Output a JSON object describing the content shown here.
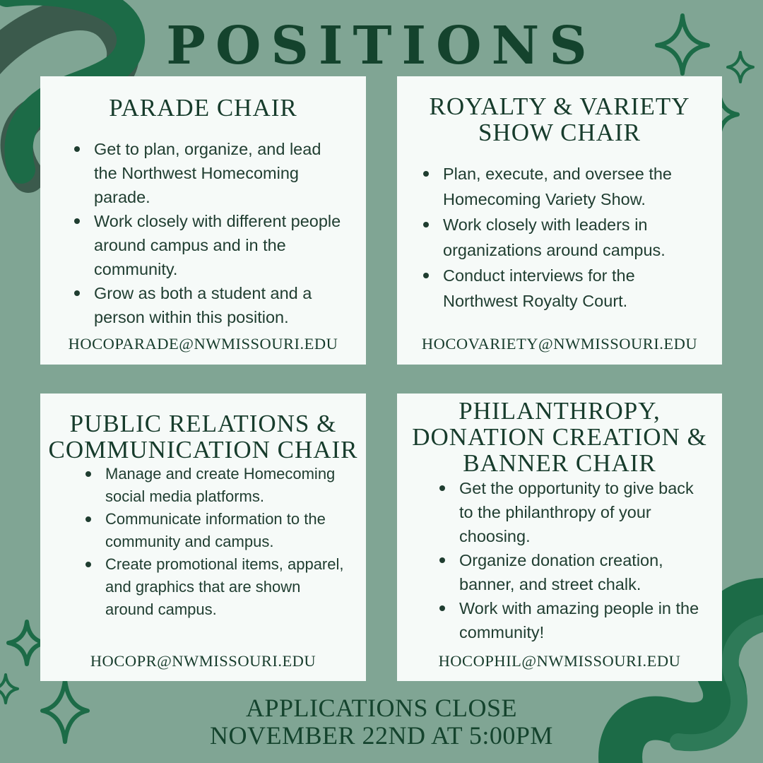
{
  "title": "POSITIONS",
  "cards": [
    {
      "heading": "PARADE CHAIR",
      "bullets": [
        "Get to plan, organize, and lead the Northwest Homecoming parade.",
        "Work closely with different people around campus and in the community.",
        "Grow as both a student and a person within this position."
      ],
      "email": "HOCOPARADE@NWMISSOURI.EDU"
    },
    {
      "heading": "ROYALTY & VARIETY SHOW CHAIR",
      "bullets": [
        "Plan, execute, and oversee the Homecoming Variety Show.",
        "Work closely with leaders in organizations around campus.",
        "Conduct interviews for the Northwest Royalty Court."
      ],
      "email": "HOCOVARIETY@NWMISSOURI.EDU"
    },
    {
      "heading": "PUBLIC RELATIONS & COMMUNICATION CHAIR",
      "bullets": [
        "Manage and create Homecoming social media platforms.",
        "Communicate information to the community and campus.",
        "Create promotional items, apparel, and graphics that are shown around campus."
      ],
      "email": "HOCOPR@NWMISSOURI.EDU"
    },
    {
      "heading": "PHILANTHROPY, DONATION CREATION & BANNER CHAIR",
      "bullets": [
        "Get the opportunity to give back to the philanthropy of your choosing.",
        "Organize donation creation, banner, and street chalk.",
        "Work with amazing people in the community!"
      ],
      "email": "HOCOPHIL@NWMISSOURI.EDU"
    }
  ],
  "footer": {
    "line1": "APPLICATIONS CLOSE",
    "line2": "NOVEMBER 22ND AT 5:00PM"
  },
  "colors": {
    "background": "#80a594",
    "card": "#f6faf8",
    "text": "#173c2c",
    "title": "#14432d",
    "wave_dark": "#1c6b47",
    "wave_mid": "#2e7a58",
    "wave_gray": "#3b5a4c",
    "sparkle": "#1c6b47"
  },
  "icons": [
    "wave-decoration",
    "sparkle-icon"
  ]
}
